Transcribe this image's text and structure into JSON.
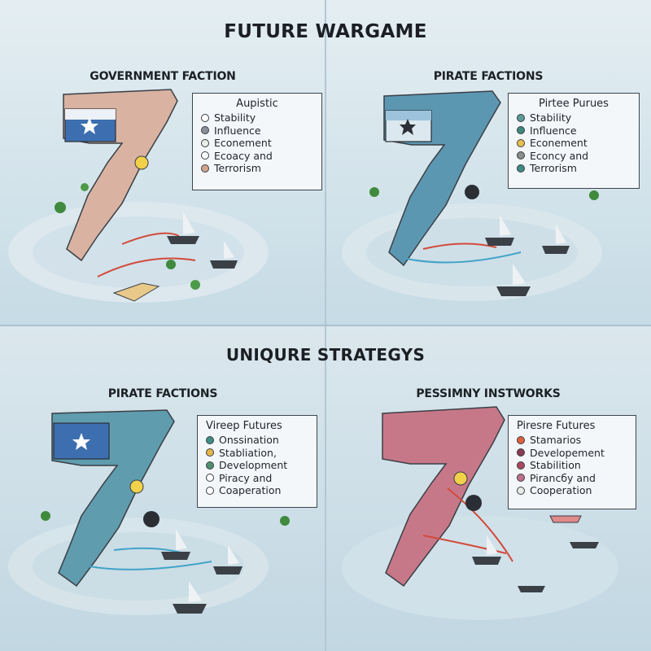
{
  "main_title": "FUTURE WARGAME",
  "section_title": "UNIQURE STRATEGYS",
  "panels": [
    {
      "title": "GOVERNMENT FACTION",
      "box_title": "Aupistic",
      "items": [
        {
          "label": "Stability",
          "color": "#ffffff"
        },
        {
          "label": "Influence",
          "color": "#8a8f9a"
        },
        {
          "label": "Econement",
          "color": "#e8ede8"
        },
        {
          "label": "Ecoacy and",
          "color": "#ffffff"
        },
        {
          "label": "Terrorism",
          "color": "#d2a48c"
        }
      ],
      "map_color": "#d9b2a2",
      "flag_color": "#3d6fb0"
    },
    {
      "title": "PIRATE FACTIONS",
      "box_title": "Pirtee Purues",
      "items": [
        {
          "label": "Stability",
          "color": "#5d9a9a"
        },
        {
          "label": "Influence",
          "color": "#3f8a7c"
        },
        {
          "label": "Econement",
          "color": "#e9c14a"
        },
        {
          "label": "Econcy and",
          "color": "#8a8f8a"
        },
        {
          "label": "Terrorism",
          "color": "#3f8a86"
        }
      ],
      "map_color": "#5c97b2",
      "flag_color": "#dbe8ef"
    },
    {
      "title": "PIRATE FACTIONS",
      "box_title": "Vireep Futures",
      "items": [
        {
          "label": "Onssination",
          "color": "#3e8f84"
        },
        {
          "label": "Stabliation,",
          "color": "#e3b64b"
        },
        {
          "label": "Development",
          "color": "#4f8f70"
        },
        {
          "label": "Piracy and",
          "color": "#ffffff"
        },
        {
          "label": "Coaperation",
          "color": "#ffffff"
        }
      ],
      "map_color": "#5f9cae",
      "flag_color": "#3d6fb0"
    },
    {
      "title": "PESSIMNY INSTWORKS",
      "box_title": "Piresre Futures",
      "items": [
        {
          "label": "Stamarios",
          "color": "#e0603c"
        },
        {
          "label": "Developement",
          "color": "#8e3a54"
        },
        {
          "label": "Stabilition",
          "color": "#b04560"
        },
        {
          "label": "Pirancбy and",
          "color": "#c0708a"
        },
        {
          "label": "Cooperation",
          "color": "#e6ebe6"
        }
      ],
      "map_color": "#c77888",
      "flag_color": "#c77888"
    }
  ]
}
